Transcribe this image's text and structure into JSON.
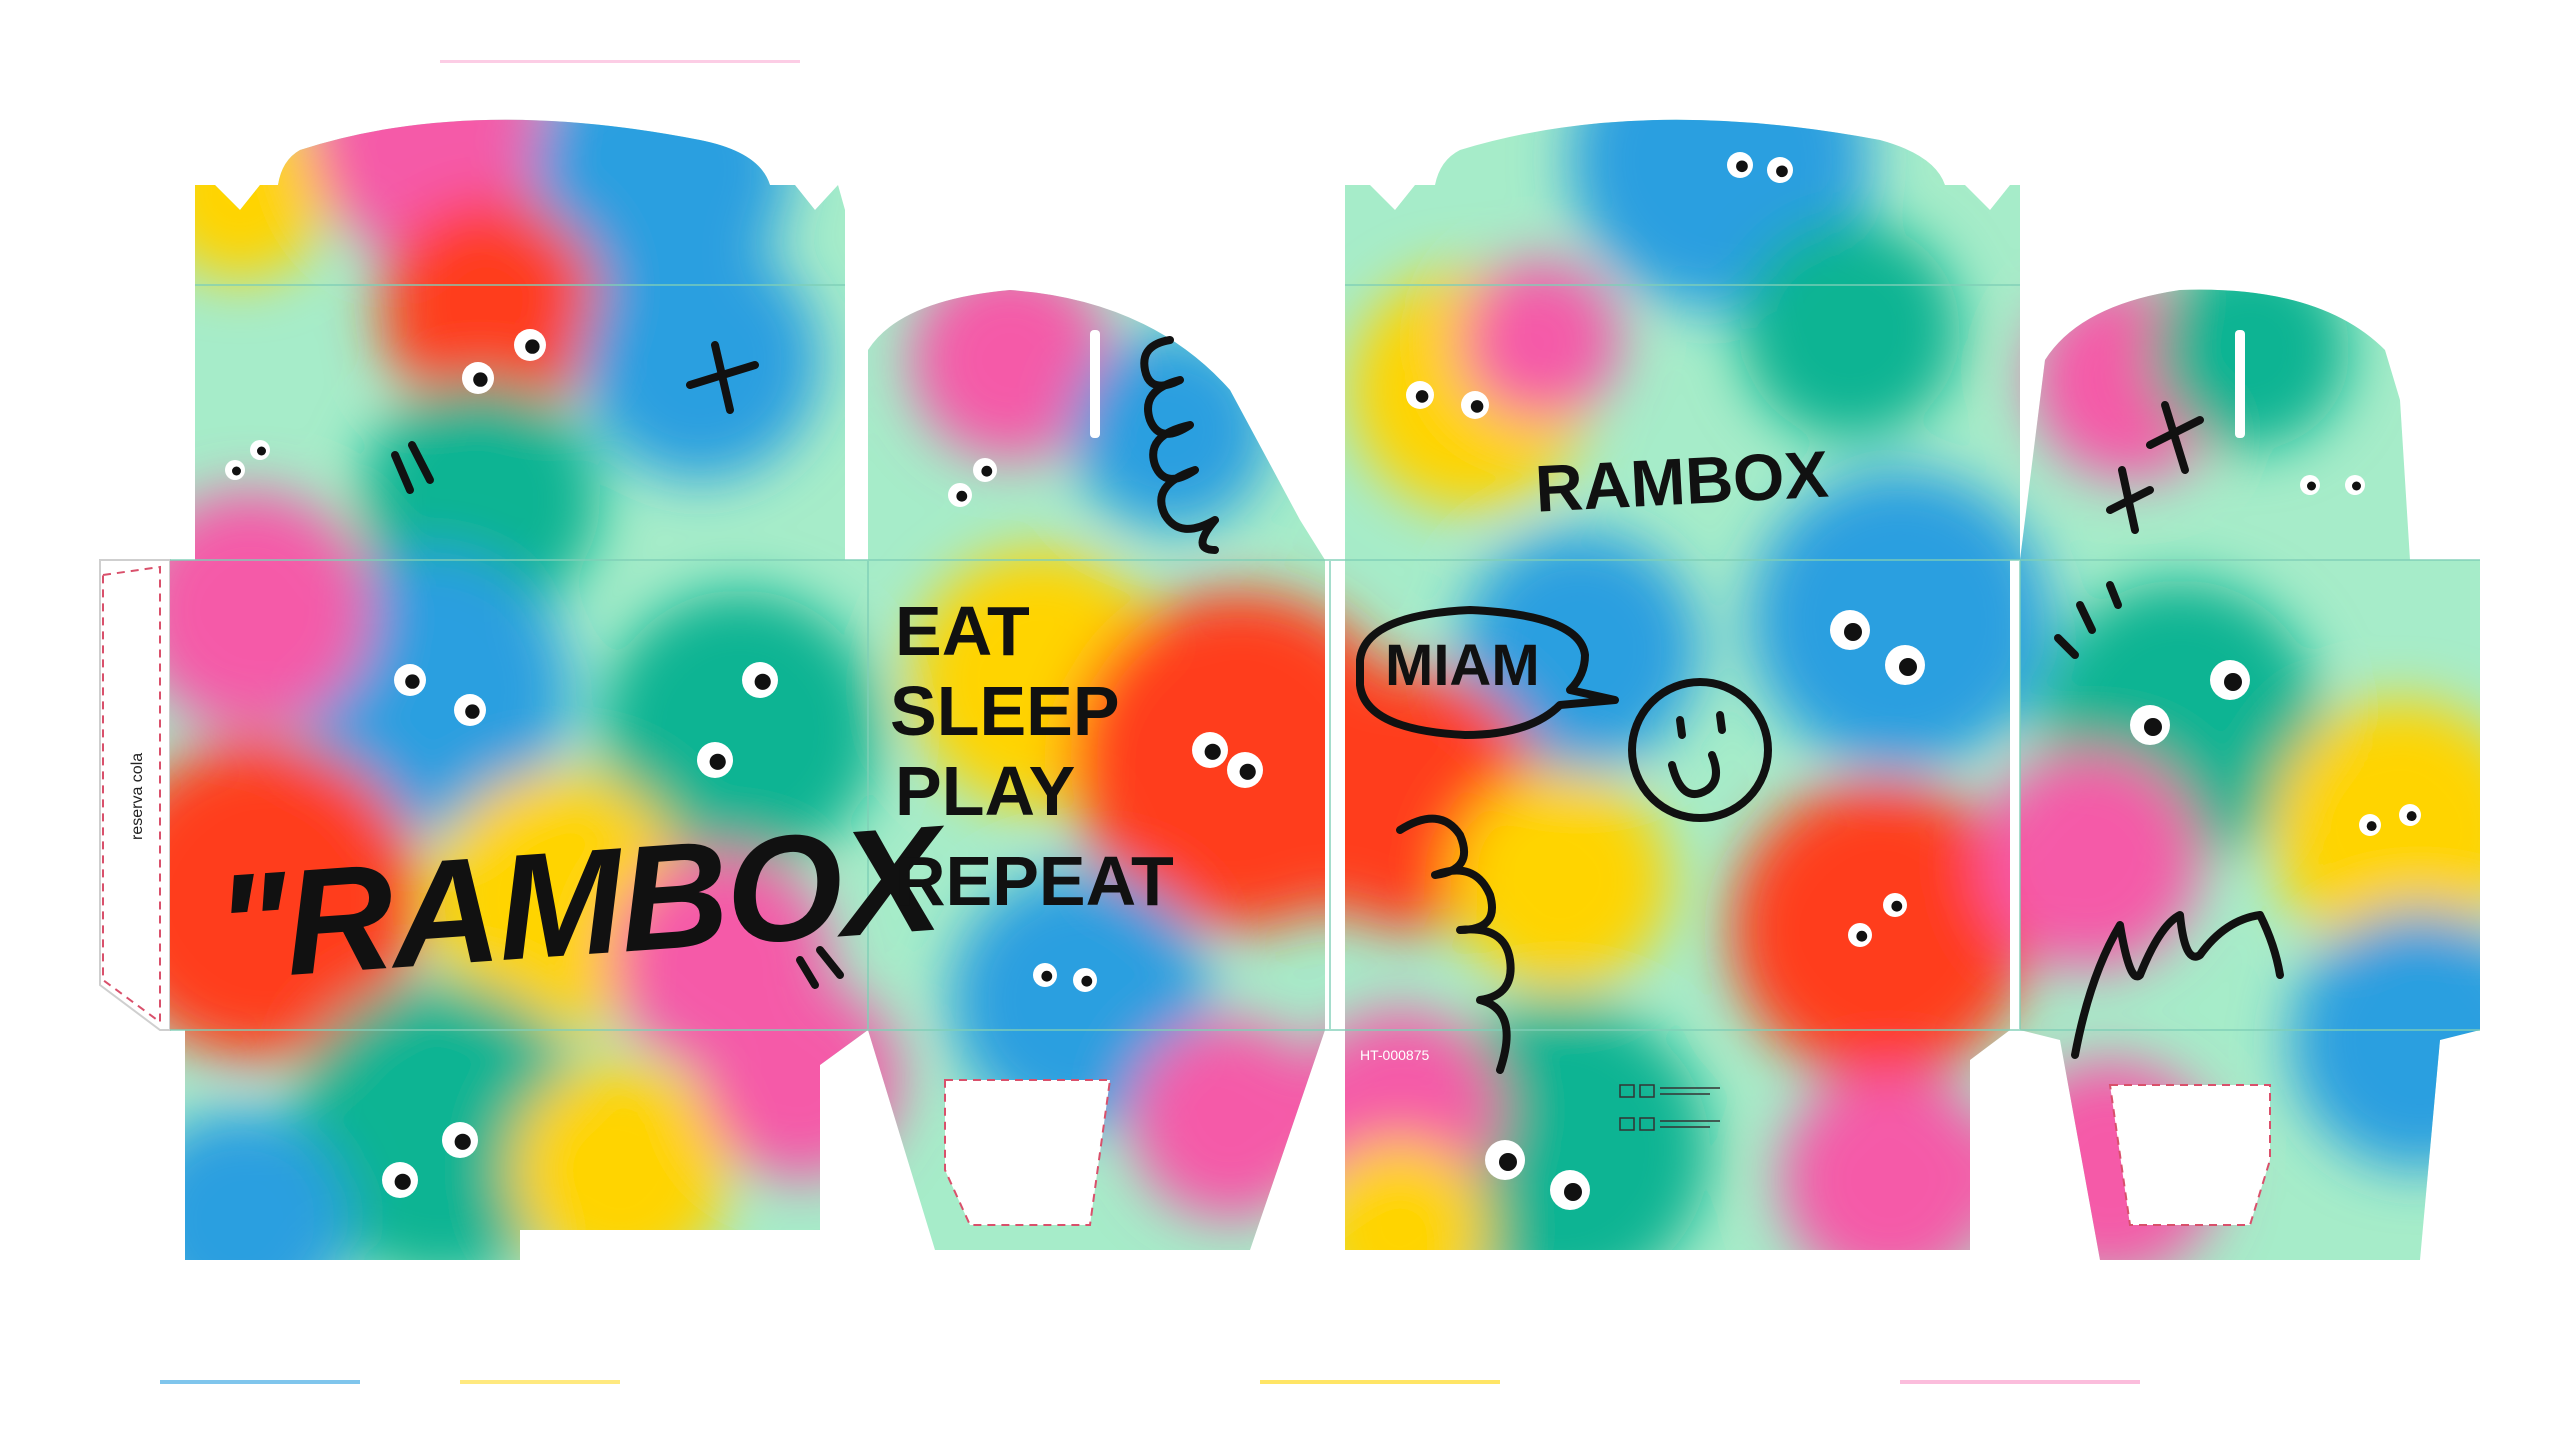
{
  "texts": {
    "glue_tab_label": "reserva cola",
    "front_brand": "\"RAMBOX",
    "side_slogan": [
      "EAT",
      "SLEEP",
      "PLAY",
      "REPEAT"
    ],
    "back_brand": "RAMBOX",
    "speech_bubble": "MIAM",
    "print_code": "HT-000875"
  },
  "colors": {
    "red": "#ff3d1f",
    "yellow": "#ffd400",
    "pink": "#f55aa8",
    "blue": "#2a9fe0",
    "teal": "#0fb493",
    "mint": "#a6ecc9",
    "ink": "#111111",
    "cut_line": "#d9506b",
    "fold_line": "#9ad9c7"
  },
  "icons": [
    "googly-eyes-icon",
    "cross-doodle-icon",
    "squiggle-doodle-icon",
    "smiley-doodle-icon",
    "speech-bubble-icon",
    "recycle-symbol-icon"
  ]
}
